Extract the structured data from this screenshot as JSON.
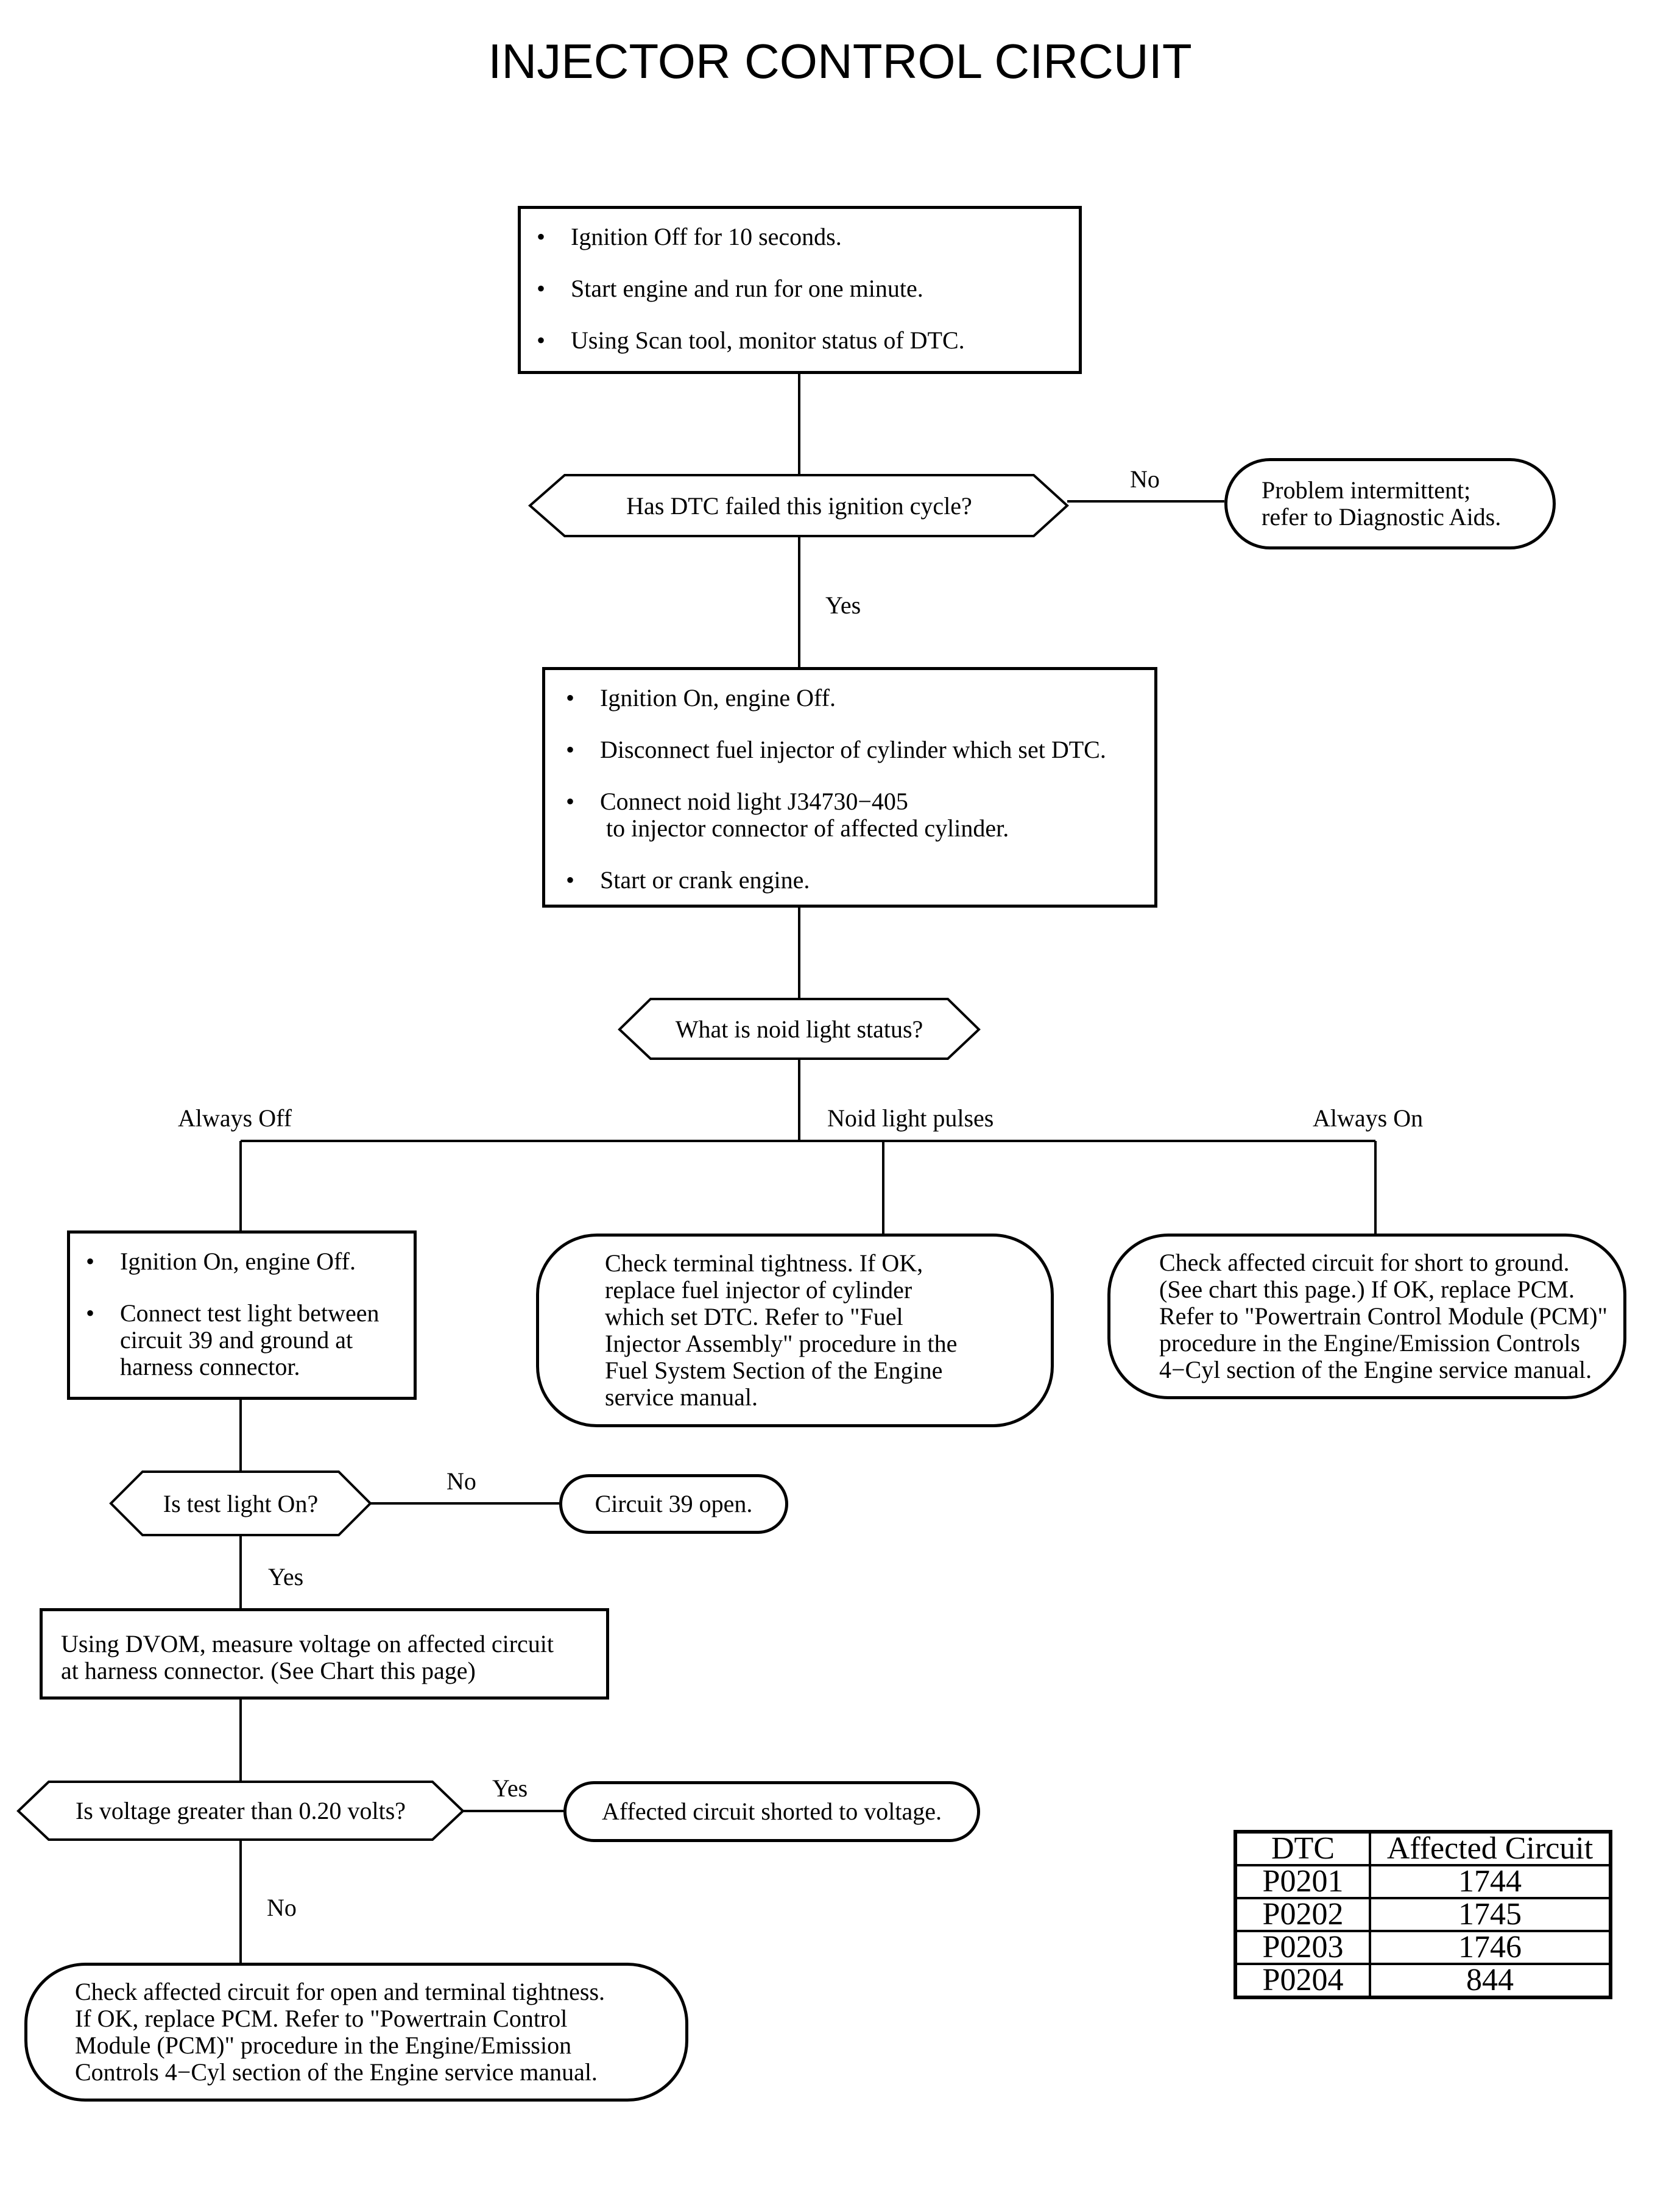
{
  "title": "INJECTOR CONTROL CIRCUIT",
  "step1": {
    "bullets": [
      "Ignition Off for 10 seconds.",
      "Start engine and run for one minute.",
      "Using Scan tool, monitor status of DTC."
    ]
  },
  "decision1": {
    "question": "Has DTC failed this ignition cycle?",
    "no_label": "No",
    "yes_label": "Yes"
  },
  "result1": {
    "lines": [
      "Problem intermittent;",
      "refer to Diagnostic Aids."
    ]
  },
  "step2": {
    "bullets": [
      "Ignition On, engine Off.",
      "Disconnect fuel injector of cylinder which set DTC.",
      "Connect noid light J34730−405\n to injector connector of affected cylinder.",
      "Start or crank engine."
    ]
  },
  "decision2": {
    "question": "What is noid light status?",
    "branch_left": "Always Off",
    "branch_mid": "Noid light pulses",
    "branch_right": "Always On"
  },
  "result_pulses": {
    "lines": [
      "Check terminal tightness. If OK,",
      "replace fuel injector of cylinder",
      "which set DTC. Refer to \"Fuel",
      "Injector Assembly\" procedure in the",
      "Fuel System Section of the Engine",
      "service manual."
    ]
  },
  "result_on": {
    "lines": [
      "Check affected circuit for short to ground.",
      "(See chart this page.) If OK, replace PCM.",
      "Refer to \"Powertrain Control Module (PCM)\"",
      "procedure in the Engine/Emission Controls",
      "4−Cyl section of the Engine service manual."
    ]
  },
  "step3": {
    "bullets": [
      "Ignition On, engine Off.",
      "Connect test light between\ncircuit 39 and ground at\nharness connector."
    ]
  },
  "decision3": {
    "question": "Is test light On?",
    "no_label": "No",
    "yes_label": "Yes"
  },
  "result3": {
    "text": "Circuit 39 open."
  },
  "step4": {
    "lines": [
      "Using DVOM, measure voltage on affected circuit",
      "at harness connector. (See Chart this page)"
    ]
  },
  "decision4": {
    "question": "Is voltage greater than 0.20 volts?",
    "yes_label": "Yes",
    "no_label": "No"
  },
  "result4": {
    "text": "Affected circuit shorted to voltage."
  },
  "result5": {
    "lines": [
      "Check affected circuit for open and terminal tightness.",
      "If OK, replace PCM. Refer to \"Powertrain Control",
      "Module (PCM)\" procedure in the Engine/Emission",
      "Controls 4−Cyl section of the Engine service manual."
    ]
  },
  "dtc_table": {
    "headers": [
      "DTC",
      "Affected Circuit"
    ],
    "rows": [
      [
        "P0201",
        "1744"
      ],
      [
        "P0202",
        "1745"
      ],
      [
        "P0203",
        "1746"
      ],
      [
        "P0204",
        "844"
      ]
    ]
  }
}
